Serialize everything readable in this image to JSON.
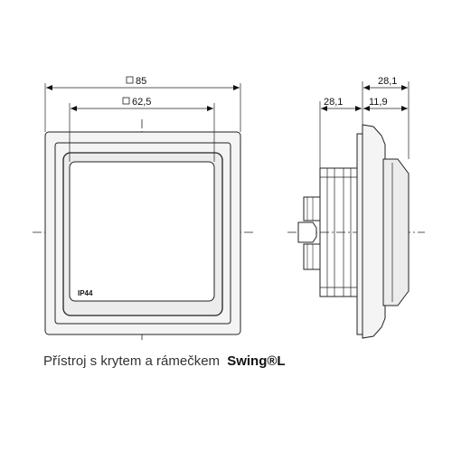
{
  "dimensions": {
    "front_outer_width": "85",
    "front_inner_width": "62,5",
    "side_total_depth": "28,1",
    "side_mount_depth": "28,1",
    "side_cover_depth": "11,9"
  },
  "front_view": {
    "ip_rating": "IP44"
  },
  "caption": {
    "text": "Přístroj s krytem a rámečkem",
    "brand": "Swing®L"
  },
  "colors": {
    "line": "#222222",
    "frame_fill": "#f4f4f4",
    "cover_fill": "#ececec"
  }
}
